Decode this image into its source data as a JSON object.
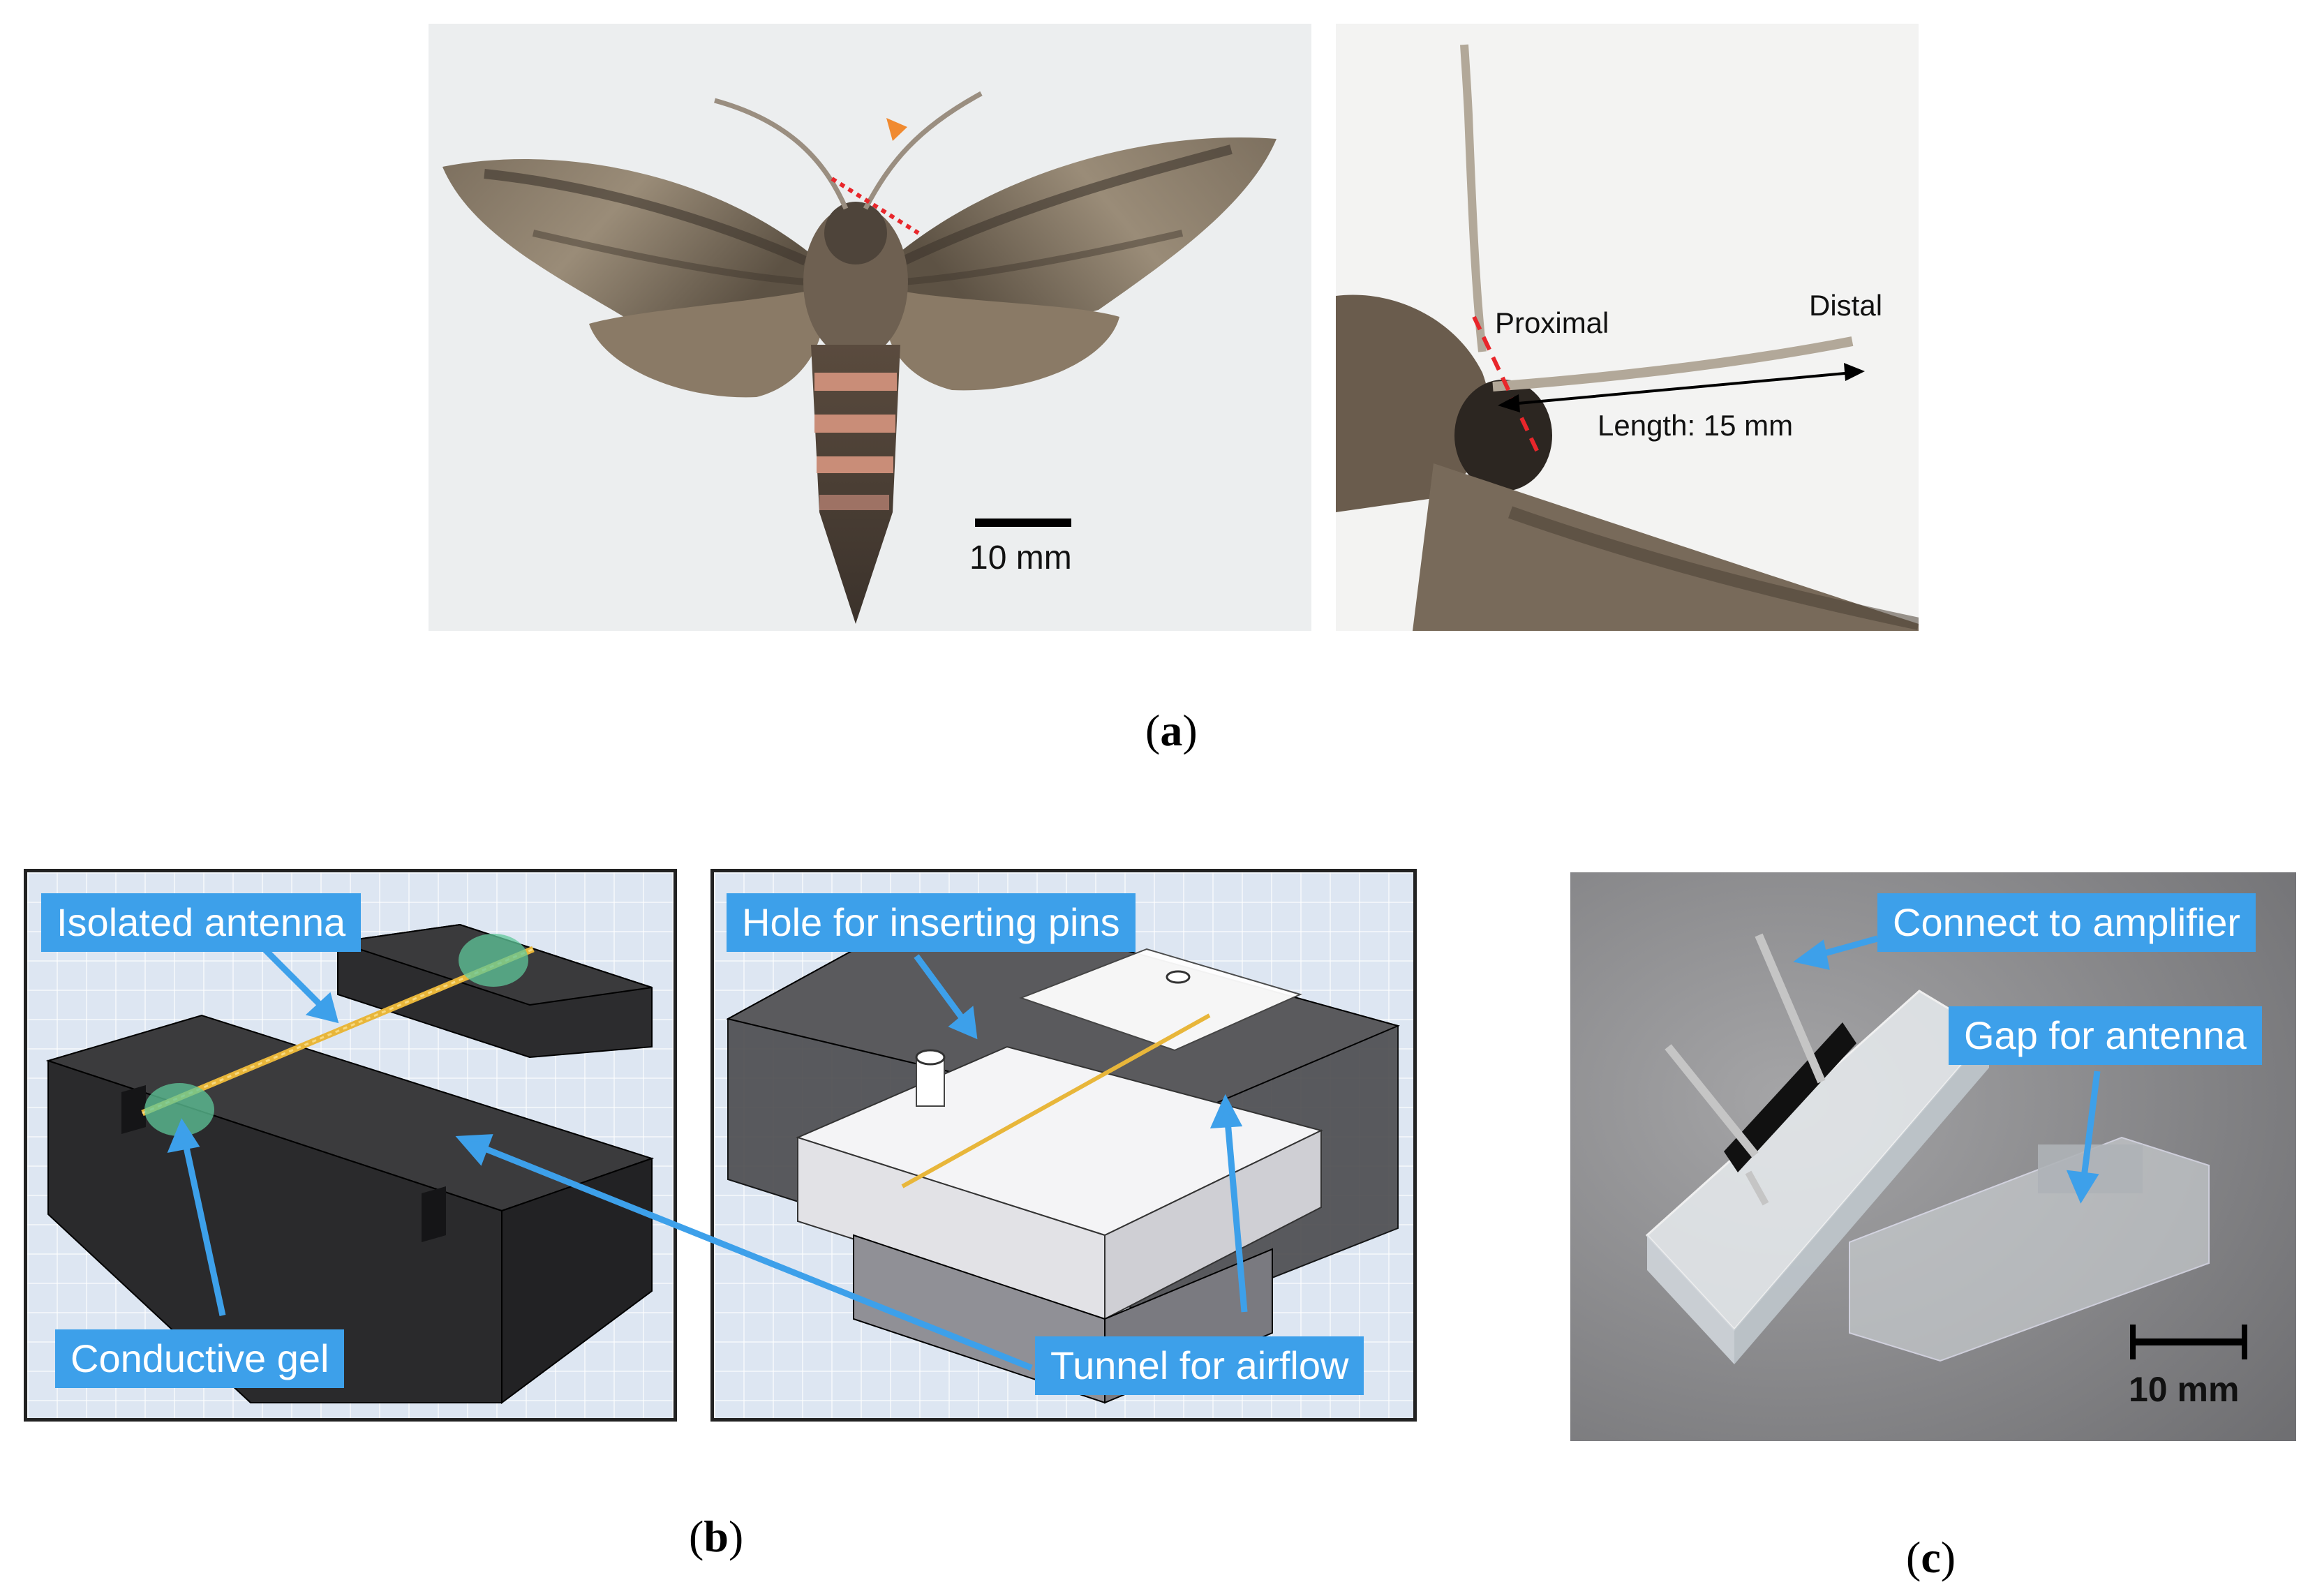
{
  "panel_a": {
    "scale_bar_label": "10 mm",
    "proximal_label": "Proximal",
    "distal_label": "Distal",
    "length_label": "Length: 15 mm",
    "caption_letter": "a"
  },
  "panel_b": {
    "isolated_antenna": "Isolated antenna",
    "conductive_gel": "Conductive gel",
    "hole_for_pins": "Hole for inserting pins",
    "tunnel_for_airflow": "Tunnel for airflow",
    "caption_letter": "b"
  },
  "panel_c": {
    "connect_to_amplifier": "Connect to amplifier",
    "gap_for_antenna": "Gap for antenna",
    "scale_bar_label": "10 mm",
    "caption_letter": "c"
  },
  "colors": {
    "callout_blue": "#3da0ea",
    "cut_line_red": "#e8262b",
    "marker_orange": "#f08a30",
    "antenna_yellow": "#e8b63a",
    "gel_green": "#5fc79a"
  },
  "icons": [
    "moth-photo",
    "antenna-photo",
    "holder-model-solid",
    "holder-model-transparent",
    "holder-photo"
  ]
}
